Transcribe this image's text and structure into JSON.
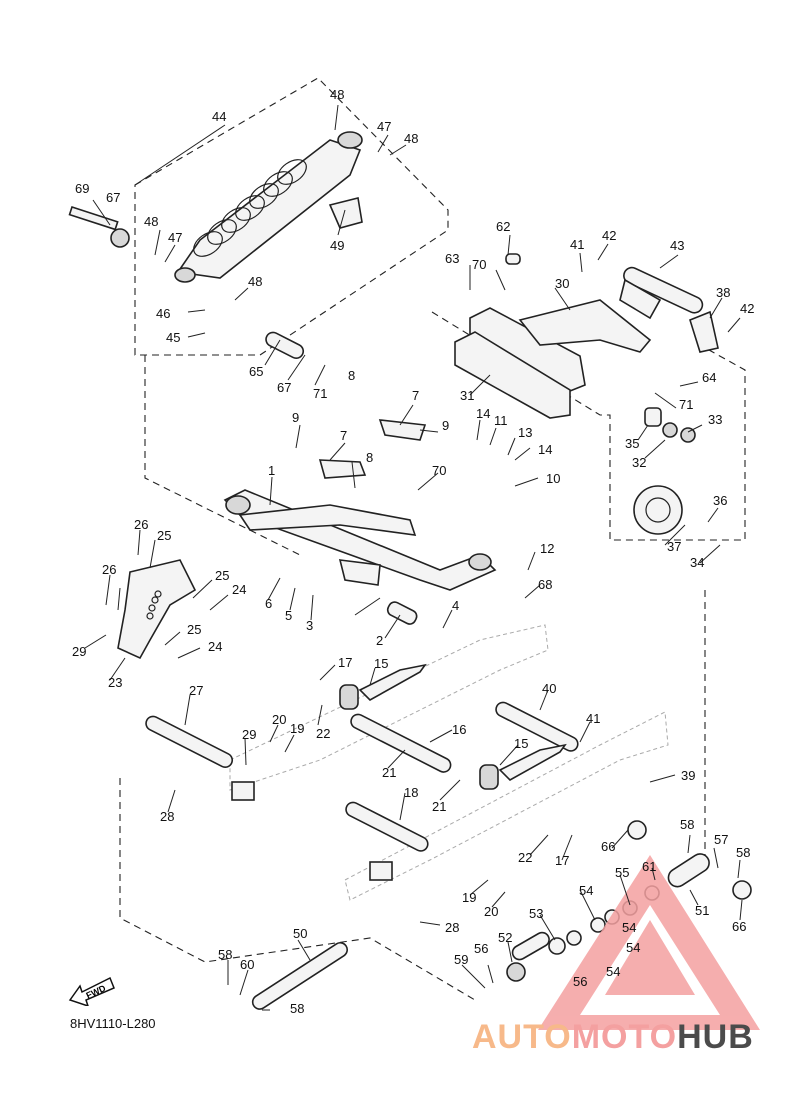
{
  "diagram": {
    "code": "8HV1110-L280",
    "fwd_label": "FWD",
    "logo": {
      "part1": "AUTO",
      "part2": "MOTO",
      "part3": "HUB",
      "colors": [
        "#f7b98a",
        "#f4a0a0",
        "#4b4b4b"
      ]
    },
    "labels": [
      "1",
      "2",
      "3",
      "4",
      "5",
      "6",
      "7",
      "7",
      "8",
      "8",
      "9",
      "9",
      "10",
      "11",
      "12",
      "13",
      "14",
      "14",
      "15",
      "15",
      "16",
      "17",
      "17",
      "18",
      "19",
      "19",
      "20",
      "20",
      "21",
      "21",
      "22",
      "22",
      "23",
      "24",
      "24",
      "25",
      "25",
      "25",
      "26",
      "26",
      "27",
      "28",
      "28",
      "29",
      "29",
      "30",
      "31",
      "32",
      "33",
      "34",
      "35",
      "36",
      "37",
      "38",
      "39",
      "40",
      "41",
      "41",
      "42",
      "42",
      "43",
      "44",
      "45",
      "46",
      "47",
      "47",
      "48",
      "48",
      "48",
      "48",
      "49",
      "50",
      "51",
      "52",
      "53",
      "54",
      "54",
      "54",
      "54",
      "55",
      "56",
      "56",
      "57",
      "58",
      "58",
      "58",
      "58",
      "59",
      "60",
      "61",
      "62",
      "63",
      "64",
      "65",
      "66",
      "66",
      "67",
      "67",
      "68",
      "69",
      "70",
      "70",
      "71",
      "71"
    ]
  }
}
